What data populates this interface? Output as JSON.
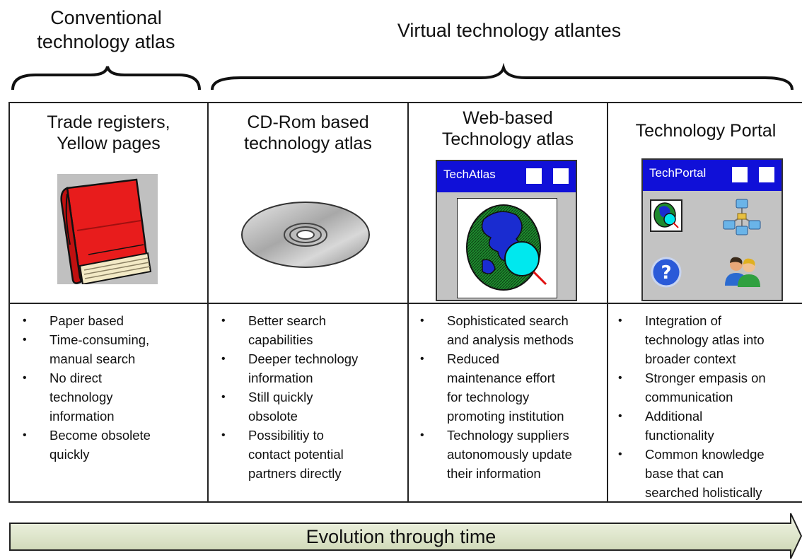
{
  "groups": {
    "conventional": [
      "Conventional",
      "technology atlas"
    ],
    "virtual": "Virtual technology atlantes"
  },
  "columns": [
    {
      "title": [
        "Trade registers,",
        "Yellow pages"
      ],
      "icon": "red-book-icon",
      "bullets": [
        [
          "Paper based"
        ],
        [
          "Time-consuming,",
          "manual search"
        ],
        [
          "No direct",
          "technology",
          "information"
        ],
        [
          "Become obsolete",
          "quickly"
        ]
      ]
    },
    {
      "title": [
        "CD-Rom based",
        "technology atlas"
      ],
      "icon": "cd-rom-icon",
      "bullets": [
        [
          "Better search",
          "capabilities"
        ],
        [
          "Deeper technology",
          "information"
        ],
        [
          "Still quickly",
          "obsolote"
        ],
        [
          "Possibilitiy to",
          "contact potential",
          "partners directly"
        ]
      ]
    },
    {
      "title": [
        "Web-based",
        "Technology atlas"
      ],
      "icon": "globe-magnifier-window-icon",
      "window_title": "TechAtlas",
      "bullets": [
        [
          "Sophisticated search",
          "and analysis methods"
        ],
        [
          "Reduced",
          "maintenance effort",
          "for technology",
          "promoting institution"
        ],
        [
          "Technology suppliers",
          "autonomously update",
          "their information"
        ]
      ]
    },
    {
      "title": [
        "Technology Portal"
      ],
      "icon": "portal-window-icon",
      "window_title": "TechPortal",
      "bullets": [
        [
          "Integration of",
          "technology atlas into",
          "broader context"
        ],
        [
          "Stronger empasis on",
          "communication"
        ],
        [
          "Additional",
          "functionality"
        ],
        [
          "Common knowledge",
          "base that can",
          "searched holistically"
        ]
      ]
    }
  ],
  "arrow": {
    "label": "Evolution through time"
  },
  "colors": {
    "book_red": "#e81c1c",
    "window_bar": "#1010d8",
    "globe_green": "#1e8a2e",
    "land_blue": "#1a2cd0",
    "lens_cyan": "#00e8ee",
    "arrow_fill": "#e4ead4"
  }
}
